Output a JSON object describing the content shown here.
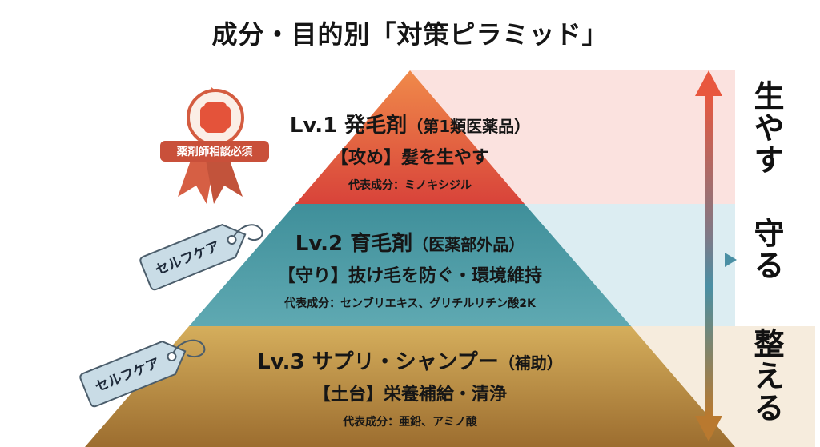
{
  "title": "成分・目的別「対策ピラミッド」",
  "levels": [
    {
      "title_main": "Lv.1 発毛剤",
      "title_paren": "（第1類医薬品）",
      "subtitle": "【攻め】髪を生やす",
      "ingredients": "代表成分：ミノキシジル"
    },
    {
      "title_main": "Lv.2 育毛剤",
      "title_paren": "（医薬部外品）",
      "subtitle": "【守り】抜け毛を防ぐ・環境維持",
      "ingredients": "代表成分：センブリエキス、グリチルリチン酸2K"
    },
    {
      "title_main": "Lv.3 サプリ・シャンプー",
      "title_paren": "（補助）",
      "subtitle": "【土台】栄養補給・清浄",
      "ingredients": "代表成分：亜鉛、アミノ酸"
    }
  ],
  "badge": {
    "label": "薬剤師相談必須",
    "icon": "medical-cross-icon"
  },
  "tags": [
    {
      "label": "セルフケア"
    },
    {
      "label": "セルフケア"
    }
  ],
  "side_labels": {
    "top": "生やす",
    "middle": "守る",
    "bottom": "整える"
  },
  "colors": {
    "tier1": "#e2553f",
    "tier2": "#4a9aa3",
    "tier3": "#c49a4c",
    "band1": "#fbe2df",
    "band2": "#dcedf2",
    "band3": "#f6ecdd",
    "arrow_top": "#e8573e",
    "arrow_mid": "#4a8fa4",
    "arrow_bottom": "#b9792f",
    "badge": "#e06a4a",
    "tag": "#c9dce6"
  }
}
